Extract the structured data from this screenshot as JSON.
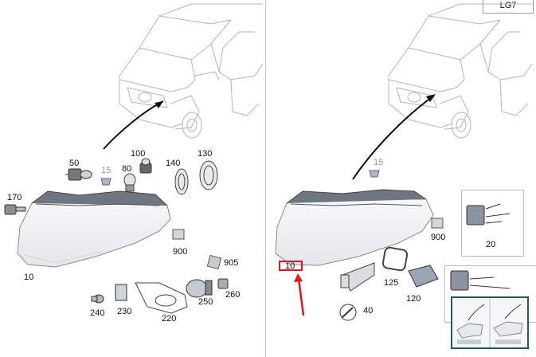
{
  "group_code": "LG7",
  "left_panel": {
    "callouts": [
      {
        "id": "c50",
        "text": "50"
      },
      {
        "id": "c100",
        "text": "100"
      },
      {
        "id": "c130",
        "text": "130"
      },
      {
        "id": "c15",
        "text": "15"
      },
      {
        "id": "c80",
        "text": "80"
      },
      {
        "id": "c140",
        "text": "140"
      },
      {
        "id": "c170",
        "text": "170"
      },
      {
        "id": "c900",
        "text": "900"
      },
      {
        "id": "c10",
        "text": "10"
      },
      {
        "id": "c905",
        "text": "905"
      },
      {
        "id": "c240",
        "text": "240"
      },
      {
        "id": "c230",
        "text": "230"
      },
      {
        "id": "c250",
        "text": "250"
      },
      {
        "id": "c260",
        "text": "260"
      },
      {
        "id": "c220",
        "text": "220"
      }
    ]
  },
  "right_panel": {
    "callouts": [
      {
        "id": "r15",
        "text": "15"
      },
      {
        "id": "r900",
        "text": "900"
      },
      {
        "id": "r20",
        "text": "20"
      },
      {
        "id": "r10",
        "text": "10"
      },
      {
        "id": "r125",
        "text": "125"
      },
      {
        "id": "r40",
        "text": "40"
      },
      {
        "id": "r120",
        "text": "120"
      }
    ],
    "highlight_color": "#e8141b"
  },
  "thumbnail_border_color": "#1a5e6e"
}
